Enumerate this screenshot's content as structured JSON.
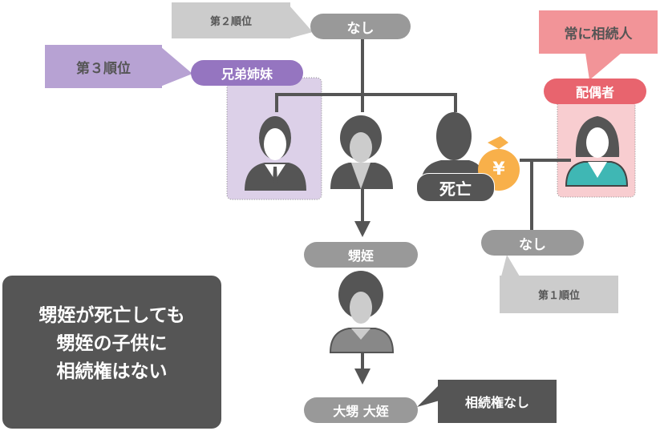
{
  "diagram": {
    "top_node": {
      "label": "なし"
    },
    "rank2_callout": {
      "label": "第２順位"
    },
    "rank3_callout": {
      "label": "第３順位"
    },
    "siblings_node": {
      "label": "兄弟姉妹"
    },
    "spouse_callout": {
      "label": "常に相続人"
    },
    "spouse_node": {
      "label": "配偶者"
    },
    "deceased_badge": {
      "label": "死亡"
    },
    "money_bag": {
      "symbol": "¥"
    },
    "children_node": {
      "label": "なし"
    },
    "rank1_callout": {
      "label": "第１順位"
    },
    "nephew_node": {
      "label": "甥姪"
    },
    "grand_nephew_node": {
      "label": "大甥 大姪"
    },
    "no_inherit_callout": {
      "label": "相続権なし"
    },
    "note_box": {
      "lines": [
        "甥姪が死亡しても",
        "甥姪の子供に",
        "相続権はない"
      ]
    },
    "colors": {
      "gray_pill": "#999999",
      "light_gray_callout": "#cccccc",
      "purple_pill": "#9575c0",
      "purple_callout": "#b7a2d3",
      "purple_area": "#dcd0e8",
      "red_pill": "#e8646e",
      "pink_callout": "#f29498",
      "pink_area": "#f8cdd0",
      "dark": "#555555",
      "line": "#555555",
      "money": "#f8b04a",
      "teal": "#3fb7b4"
    }
  }
}
